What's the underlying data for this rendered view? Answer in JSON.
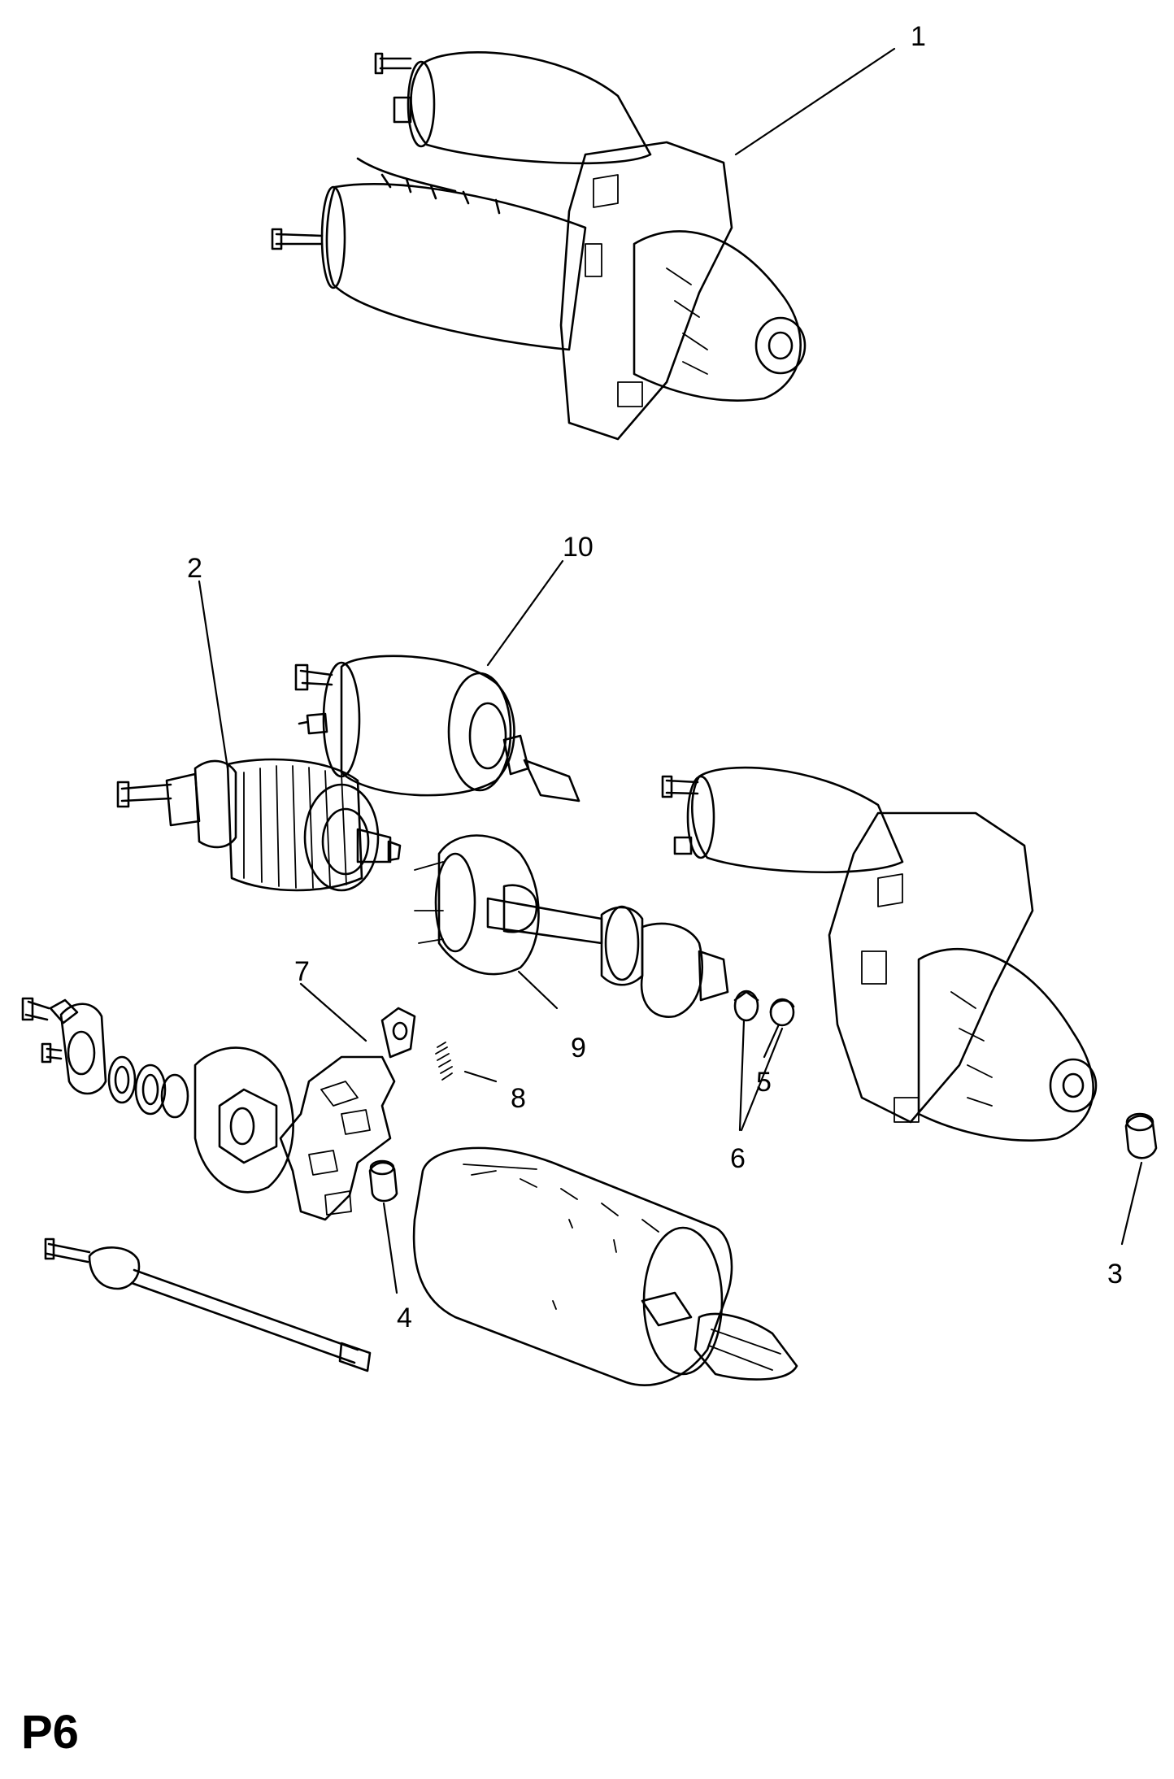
{
  "diagram": {
    "callouts": [
      {
        "id": "1",
        "label": "1"
      },
      {
        "id": "2",
        "label": "2"
      },
      {
        "id": "3",
        "label": "3"
      },
      {
        "id": "4",
        "label": "4"
      },
      {
        "id": "5",
        "label": "5"
      },
      {
        "id": "6",
        "label": "6"
      },
      {
        "id": "7",
        "label": "7"
      },
      {
        "id": "8",
        "label": "8"
      },
      {
        "id": "9",
        "label": "9"
      },
      {
        "id": "10",
        "label": "10"
      }
    ],
    "page_code": "P6"
  }
}
